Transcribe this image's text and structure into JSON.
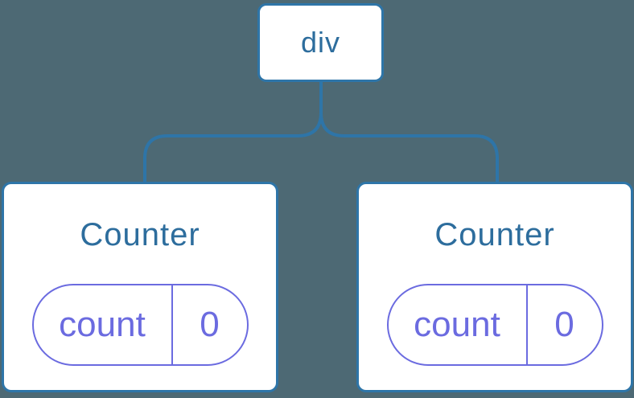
{
  "tree": {
    "root": {
      "label": "div"
    },
    "children": [
      {
        "title": "Counter",
        "state": {
          "key": "count",
          "value": "0"
        }
      },
      {
        "title": "Counter",
        "state": {
          "key": "count",
          "value": "0"
        }
      }
    ]
  },
  "colors": {
    "background": "#4d6974",
    "connector_blue": "#2e75a8",
    "node_background": "#ffffff",
    "title_text_blue": "#2d6d9d",
    "state_accent_purple": "#6b6be0"
  }
}
